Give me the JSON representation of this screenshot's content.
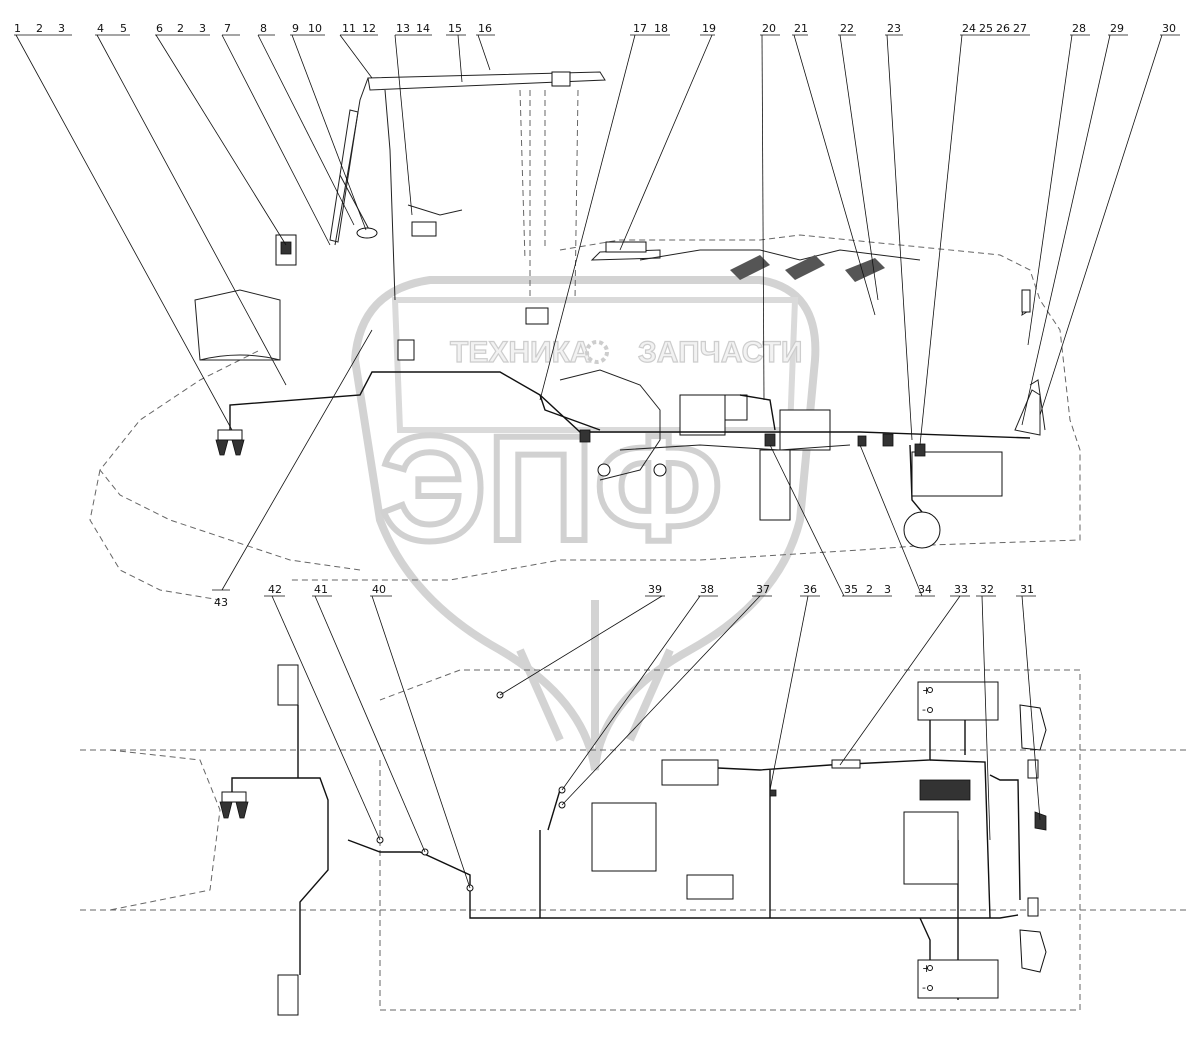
{
  "top_callouts": [
    {
      "id": "c1",
      "text": "1"
    },
    {
      "id": "c2",
      "text": "2"
    },
    {
      "id": "c3",
      "text": "3"
    },
    {
      "id": "c4",
      "text": "4"
    },
    {
      "id": "c5",
      "text": "5"
    },
    {
      "id": "c6",
      "text": "6"
    },
    {
      "id": "c6b",
      "text": "2"
    },
    {
      "id": "c6c",
      "text": "3"
    },
    {
      "id": "c7",
      "text": "7"
    },
    {
      "id": "c8",
      "text": "8"
    },
    {
      "id": "c9",
      "text": "9"
    },
    {
      "id": "c10",
      "text": "10"
    },
    {
      "id": "c11",
      "text": "11"
    },
    {
      "id": "c12",
      "text": "12"
    },
    {
      "id": "c13",
      "text": "13"
    },
    {
      "id": "c14",
      "text": "14"
    },
    {
      "id": "c15",
      "text": "15"
    },
    {
      "id": "c16",
      "text": "16"
    },
    {
      "id": "c17",
      "text": "17"
    },
    {
      "id": "c18",
      "text": "18"
    },
    {
      "id": "c19",
      "text": "19"
    },
    {
      "id": "c20",
      "text": "20"
    },
    {
      "id": "c21",
      "text": "21"
    },
    {
      "id": "c22",
      "text": "22"
    },
    {
      "id": "c23",
      "text": "23"
    },
    {
      "id": "c24",
      "text": "24"
    },
    {
      "id": "c25",
      "text": "25"
    },
    {
      "id": "c26",
      "text": "26"
    },
    {
      "id": "c27",
      "text": "27"
    },
    {
      "id": "c28",
      "text": "28"
    },
    {
      "id": "c29",
      "text": "29"
    },
    {
      "id": "c30",
      "text": "30"
    }
  ],
  "middle_callouts": [
    {
      "id": "c43",
      "text": "43"
    },
    {
      "id": "c42",
      "text": "42"
    },
    {
      "id": "c41",
      "text": "41"
    },
    {
      "id": "c40",
      "text": "40"
    },
    {
      "id": "c39",
      "text": "39"
    },
    {
      "id": "c38",
      "text": "38"
    },
    {
      "id": "c37",
      "text": "37"
    },
    {
      "id": "c36",
      "text": "36"
    },
    {
      "id": "c35",
      "text": "35"
    },
    {
      "id": "c35b",
      "text": "2"
    },
    {
      "id": "c35c",
      "text": "3"
    },
    {
      "id": "c34",
      "text": "34"
    },
    {
      "id": "c33",
      "text": "33"
    },
    {
      "id": "c32",
      "text": "32"
    },
    {
      "id": "c31",
      "text": "31"
    }
  ],
  "watermark": {
    "left_word": "ТЕХНИКА",
    "right_word": "ЗАПЧАСТИ",
    "logo_letters": "ЭПФ"
  },
  "battery": {
    "plus": "+",
    "minus": "-"
  },
  "colors": {
    "line": "#111111",
    "hidden_line": "#666666",
    "watermark": "#c8c8c8",
    "background": "#ffffff"
  }
}
